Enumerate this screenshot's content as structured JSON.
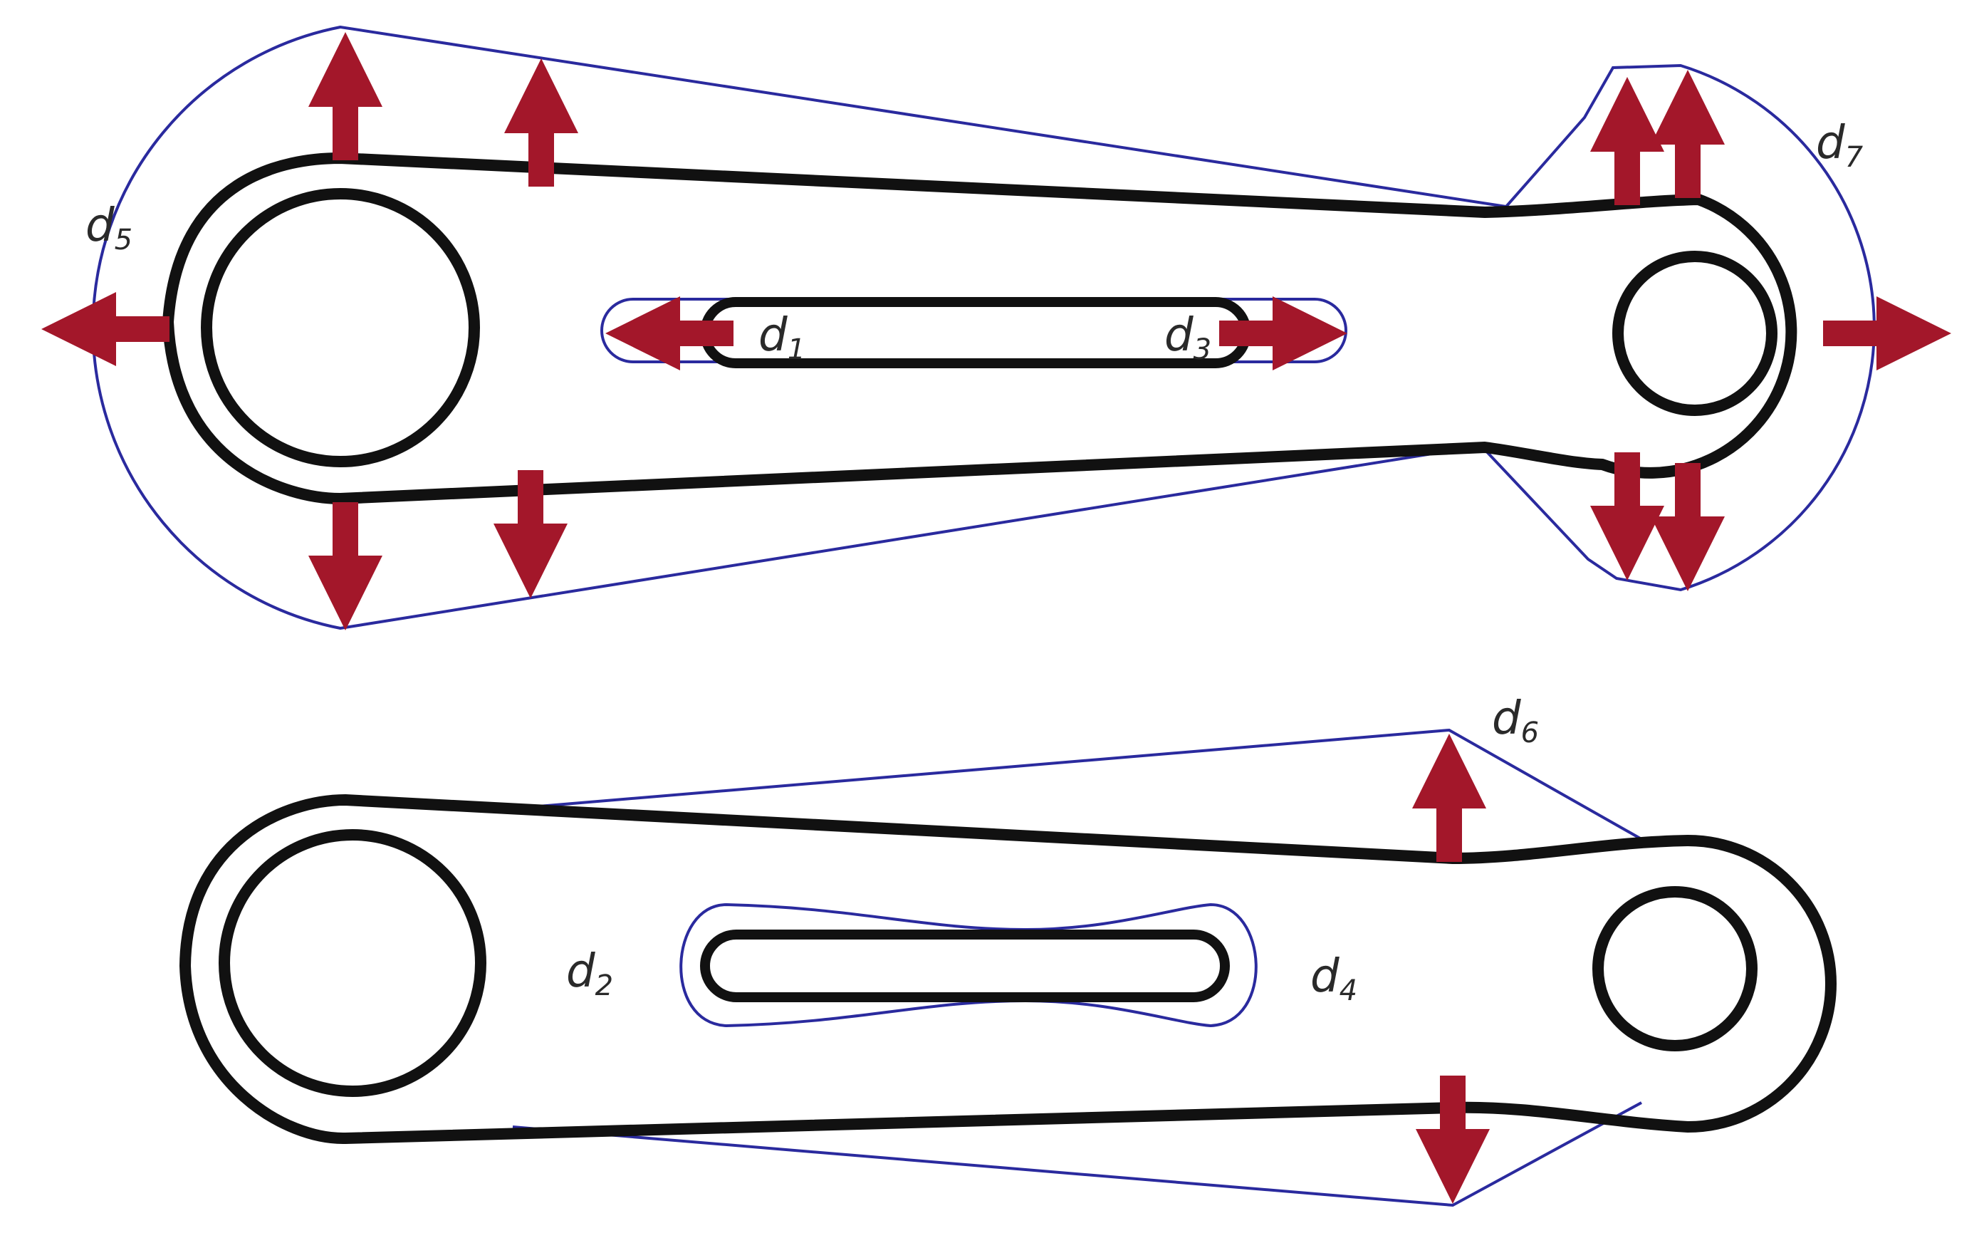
{
  "colors": {
    "outline": "#111111",
    "envelope": "#2a2a9e",
    "arrow": "#a3172a",
    "background": "#ffffff",
    "label": "#2a2a2a"
  },
  "labels": {
    "d1": {
      "letter": "d",
      "index": "1"
    },
    "d2": {
      "letter": "d",
      "index": "2"
    },
    "d3": {
      "letter": "d",
      "index": "3"
    },
    "d4": {
      "letter": "d",
      "index": "4"
    },
    "d5": {
      "letter": "d",
      "index": "5"
    },
    "d6": {
      "letter": "d",
      "index": "6"
    },
    "d7": {
      "letter": "d",
      "index": "7"
    }
  }
}
